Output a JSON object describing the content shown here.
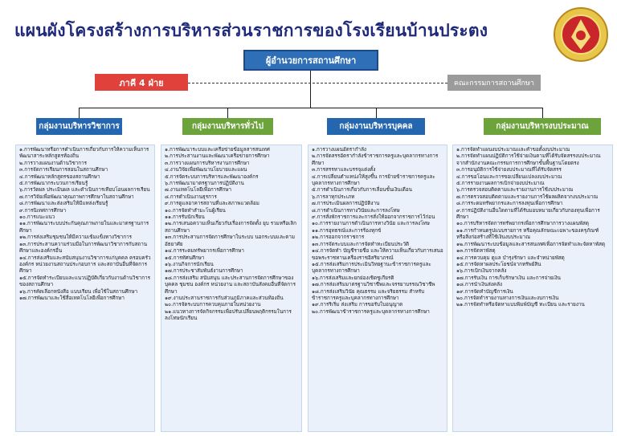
{
  "title": "แผนผังโครงสร้างการบริหารส่วนราชการของโรงเรียนบ้านประตง",
  "top": "ผู้อำนวยการสถานศึกษา",
  "phak": "ภาคี 4 ฝ่าย",
  "committee": "คณะกรรมการสถานศึกษา",
  "groups": [
    {
      "name": "กลุ่มงานบริหารวิชาการ",
      "items": [
        "๑.การพัฒนาหรือการดำเนินการเกี่ยวกับการให้ความเห็นการพัฒนาสาระหลักสูตรท้องถิ่น",
        "๒.การวางแผนงานด้านวิชาการ",
        "๓.การจัดการเรียนการสอนในสถานศึกษา",
        "๔.การพัฒนาหลักสูตรของสถานศึกษา",
        "๕.การพัฒนากระบวนการเรียนรู้",
        "๖.การวัดผล ประเมินผล และดำเนินการเทียบโอนผลการเรียน",
        "๗.การวิจัยเพื่อพัฒนาคุณภาพการศึกษาในสถานศึกษา",
        "๘.การพัฒนาและส่งเสริมให้มีแหล่งเรียนรู้",
        "๙.การนิเทศการศึกษา",
        "๑๐.การแนะแนว",
        "๑๑.การพัฒนาระบบประกันคุณภาพภายในและมาตรฐานการศึกษา",
        "๑๒.การส่งเสริมชุมชนให้มีความเข้มแข็งทางวิชาการ",
        "๑๓.การประสานความร่วมมือในการพัฒนาวิชาการกับสถานศึกษาและองค์กรอื่น",
        "๑๔.การส่งเสริมและสนับสนุนงานวิชาการแก่บุคคล ครอบครัว องค์กร หน่วยงานสถานประกอบการ และสถาบันอื่นที่จัดการศึกษา",
        "๑๕.การจัดทำระเบียบและแนวปฏิบัติเกี่ยวกับงานด้านวิชาการของสถานศึกษา",
        "๑๖.การคัดเลือกหนังสือ แบบเรียน เพื่อใช้ในสถานศึกษา",
        "๑๗.การพัฒนาและใช้สื่อเทคโนโลยีเพื่อการศึกษา"
      ]
    },
    {
      "name": "กลุ่มงานบริหารทั่วไป",
      "items": [
        "๑.การพัฒนาระบบและเครือข่ายข้อมูลสารสนเทศ",
        "๒.การประสานงานและพัฒนาเครือข่ายการศึกษา",
        "๓.การวางแผนการบริหารงานการศึกษา",
        "๔.งานวิจัยเพื่อพัฒนานโยบายและแผน",
        "๕.การจัดระบบการบริหารและพัฒนาองค์กร",
        "๖.การพัฒนามาตรฐานการปฏิบัติงาน",
        "๗.งานเทคโนโลยีเพื่อการศึกษา",
        "๘.การดำเนินงานธุรการ",
        "๙.การดูแลอาคารสถานที่และสภาพแวดล้อม",
        "๑๐.การจัดทำสำมะโนผู้เรียน",
        "๑๑.การรับนักเรียน",
        "๑๒.การเสนอความเห็นเกี่ยวกับเรื่องการจัดตั้ง ยุบ รวมหรือเลิกสถานศึกษา",
        "๑๓.การประสานการจัดการศึกษาในระบบ นอกระบบและตามอัธยาศัย",
        "๑๔.การระดมทรัพยากรเพื่อการศึกษา",
        "๑๕.การทัศนศึกษา",
        "๑๖.งานกิจการนักเรียน",
        "๑๗.การประชาสัมพันธ์งานการศึกษา",
        "๑๘.การส่งเสริม สนับสนุน และประสานการจัดการศึกษาของบุคคล ชุมชน องค์กร หน่วยงาน และสถาบันสังคมอื่นที่จัดการศึกษา",
        "๑๙.งานประสานราชการกับส่วนภูมิภาคและส่วนท้องถิ่น",
        "๒๐.การจัดระบบการควบคุมภายในหน่วยงาน",
        "๒๑.แนวทางการจัดกิจกรรมเพื่อปรับเปลี่ยนพฤติกรรมในการลงโทษนักเรียน"
      ]
    },
    {
      "name": "กลุ่มงานบริหารบุคคล",
      "items": [
        "๑.การวางแผนอัตรากำลัง",
        "๒.การจัดสรรอัตรากำลังข้าราชการครูและบุคลากรทางการศึกษา",
        "๓.การสรรหาและบรรจุแต่งตั้ง",
        "๔.การเปลี่ยนตำแหน่งให้สูงขึ้น การย้ายข้าราชการครูและบุคลากรทางการศึกษา",
        "๕.การดำเนินการเกี่ยวกับการเลื่อนขั้นเงินเดือน",
        "๖.การลาทุกประเภท",
        "๗.การประเมินผลการปฏิบัติงาน",
        "๘.การดำเนินการทางวินัยและการลงโทษ",
        "๙.การสั่งพักราชการและการสั่งให้ออกจากราชการไว้ก่อน",
        "๑๐.การรายงานการดำเนินการทางวินัย และการลงโทษ",
        "๑๑.การอุทธรณ์และการร้องทุกข์",
        "๑๒.การออกจากราชการ",
        "๑๓.การจัดระบบและการจัดทำทะเบียนประวัติ",
        "๑๔.การจัดทำ บัญชีรายชื่อ และให้ความเห็นเกี่ยวกับการเสนอขอพระราชทานเครื่องราชอิสริยาภรณ์",
        "๑๕.การส่งเสริมการประเมินวิทยฐานะข้าราชการครูและบุคลากรทางการศึกษา",
        "๑๖.การส่งเสริมและยกย่องเชิดชูเกียรติ",
        "๑๗.การส่งเสริมมาตรฐานวิชาชีพและจรรยาบรรณวิชาชีพ",
        "๑๘.การส่งเสริมวินัย คุณธรรม และจริยธรรม สำหรับข้าราชการครูและบุคลากรทางการศึกษา",
        "๑๙.การริเริ่ม ส่งเสริม การขอรับใบอนุญาต",
        "๒๐.การพัฒนาข้าราชการครูและบุคลากรทางการศึกษา"
      ]
    },
    {
      "name": "กลุ่มงานบริหารงบประมาณ",
      "items": [
        "๑.การจัดทำแผนงบประมาณและคำขอตั้งงบประมาณ",
        "๒.การจัดทำแผนปฏิบัติการใช้จ่ายเงินตามที่ได้รับจัดสรรงบประมาณ จากสำนักงานคณะกรรมการการศึกษาขั้นพื้นฐานโดยตรง",
        "๓.การอนุมัติการใช้จ่ายงบประมาณที่ได้รับจัดสรร",
        "๔.การขอโอนและการขอเปลี่ยนแปลงงบประมาณ",
        "๕.การรายงานผลการเบิกจ่ายงบประมาณ",
        "๖.การตรวจสอบติดตามและรายงานการใช้งบประมาณ",
        "๗.การตรวจสอบติดตามและรายงานการใช้ผลผลิตจากงบประมาณ",
        "๘.การระดมทรัพยากรและการลงทุนเพื่อการศึกษา",
        "๙.การปฏิบัติงานอื่นใดตามที่ได้รับมอบหมายเกี่ยวกับกองทุนเพื่อการศึกษา",
        "๑๐.การบริหารจัดการทรัพยากรเพื่อการศึกษาการวางแผนพัสดุ",
        "๑๑.การกำหนดรูปแบบรายการ หรือคุณลักษณะเฉพาะของครุภัณฑ์ หรือสิ่งก่อสร้างที่ใช้เงินงบประมาณ",
        "๑๒.การพัฒนาระบบข้อมูลและสารสนเทศเพื่อการจัดทำและจัดหาพัสดุ",
        "๑๓.การจัดหาพัสดุ",
        "๑๔.การควบคุม ดูแล บำรุงรักษา และจำหน่ายพัสดุ",
        "๑๕.การจัดหาผลประโยชน์จากทรัพย์สิน",
        "๑๖.การเบิกเงินจากคลัง",
        "๑๗.การรับเงิน การเก็บรักษาเงิน และการจ่ายเงิน",
        "๑๘.การนำเงินส่งคลัง",
        "๑๙.การจัดทำบัญชีการเงิน",
        "๒๐.การจัดทำรายงานทางการเงินและงบการเงิน",
        "๒๑.การจัดทำหรือจัดหาแบบพิมพ์บัญชี ทะเบียน และรายงาน"
      ]
    }
  ]
}
